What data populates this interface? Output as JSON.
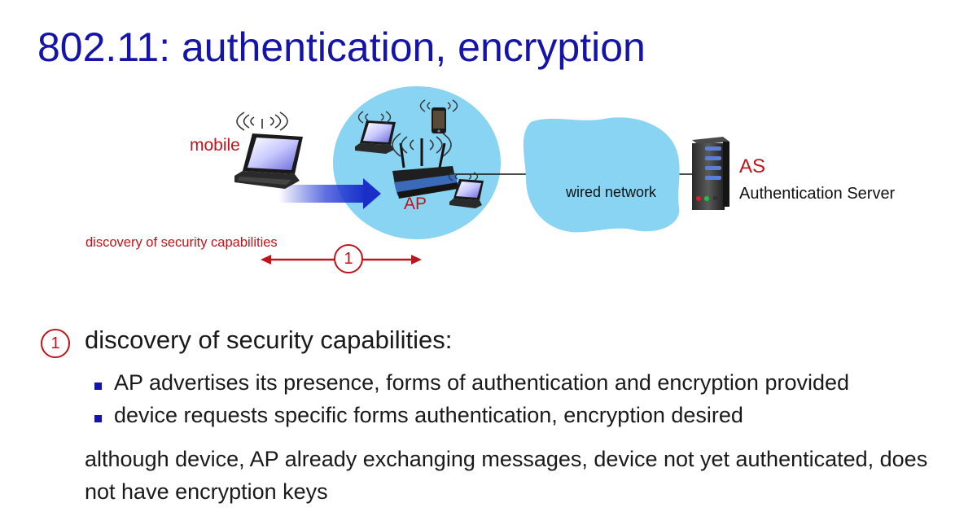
{
  "title": "802.11: authentication, encryption",
  "diagram": {
    "mobile_label": "mobile",
    "ap_label": "AP",
    "wired_network_label": "wired network",
    "as_label": "AS",
    "as_full_label": "Authentication Server",
    "discovery_label": "discovery of security capabilities",
    "step_number": "1",
    "icons": [
      "laptop-icon",
      "smartphone-icon",
      "wireless-router-icon",
      "server-icon",
      "signal-waves-icon"
    ],
    "colors": {
      "accent_red": "#c0141c",
      "title_blue": "#1414a8",
      "cloud_blue": "#88d4f2",
      "arrow_blue": "#1a2fc8"
    }
  },
  "step": {
    "number": "1",
    "heading": "discovery of security capabilities:",
    "bullets": [
      "AP advertises its presence, forms of authentication and encryption provided",
      "device requests specific forms authentication, encryption desired"
    ],
    "note": "although device, AP already exchanging messages, device not yet authenticated, does not have encryption keys"
  }
}
